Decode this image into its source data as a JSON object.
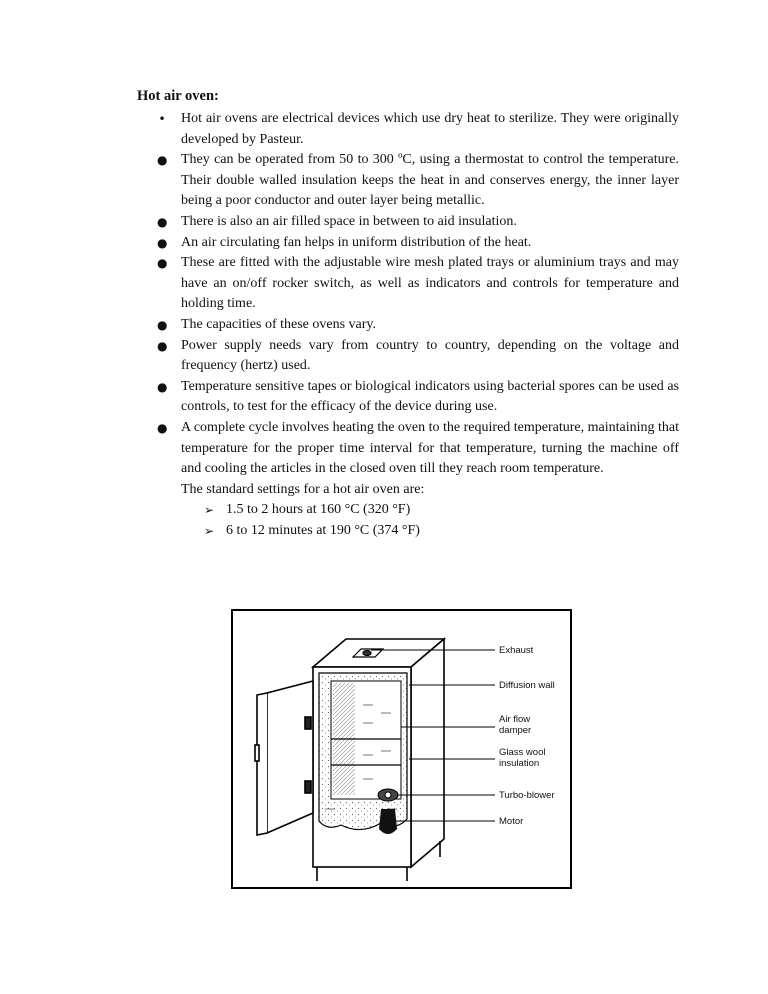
{
  "heading": "Hot air oven:",
  "bullets": [
    "Hot air ovens are electrical devices which use dry heat to sterilize. They were originally developed by Pasteur.",
    "They can be operated from 50 to 300 ºC, using a thermostat to control the temperature. Their double walled insulation keeps the heat in and conserves energy, the inner layer being a poor conductor and outer layer being metallic.",
    "There is also an air filled space in between to aid insulation.",
    "An air circulating fan helps in uniform distribution of the heat.",
    "These are fitted with the adjustable wire mesh plated trays or aluminium trays and may have an on/off rocker switch, as well as indicators and controls for temperature and holding time.",
    "The capacities of these ovens vary.",
    "Power supply needs vary from country to country, depending on the voltage and frequency (hertz) used.",
    "Temperature sensitive tapes or biological indicators using bacterial spores can be used as controls, to test for the efficacy of the device during use.",
    "A complete cycle involves heating the oven to the required temperature, maintaining that temperature for the proper time interval for that temperature, turning the machine off and cooling the articles in the closed oven till they reach room temperature."
  ],
  "bullet_glyphs": {
    "first": "•",
    "rest": "●"
  },
  "settings_label": "The standard settings for a hot air oven are:",
  "settings_arrow": "➢",
  "settings": [
    "1.5 to 2 hours at 160 °C (320 °F)",
    "6 to 12 minutes at 190 °C (374 °F)"
  ],
  "diagram": {
    "labels": {
      "exhaust": "Exhaust",
      "diffusion_wall": "Diffusion wall",
      "air_flow_1": "Air flow",
      "air_flow_2": "damper",
      "glass_wool_1": "Glass wool",
      "glass_wool_2": "insulation",
      "turbo_blower": "Turbo-blower",
      "motor": "Motor"
    }
  }
}
